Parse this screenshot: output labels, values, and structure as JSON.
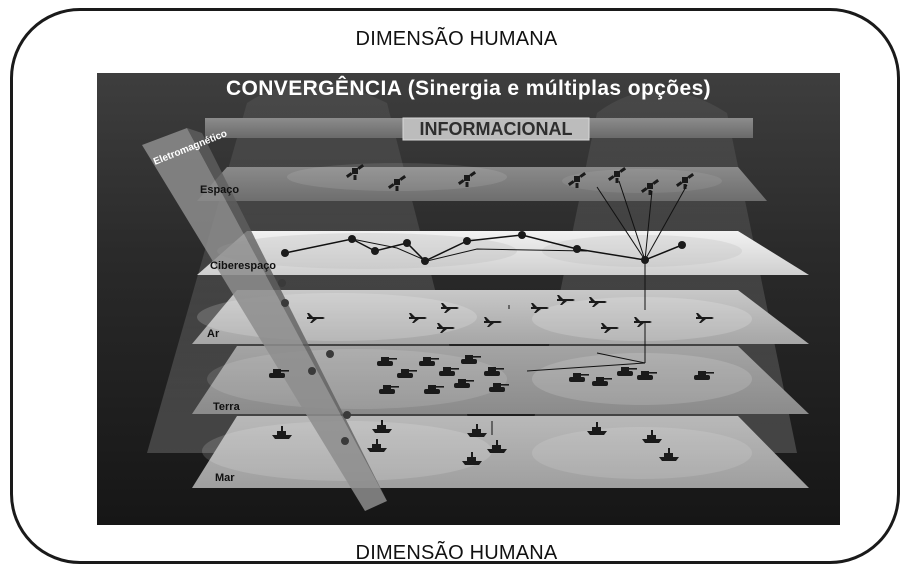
{
  "human_dimension": {
    "top_label": "DIMENSÃO HUMANA",
    "bottom_label": "DIMENSÃO HUMANA"
  },
  "panel": {
    "title": "CONVERGÊNCIA (Sinergia e múltiplas opções)",
    "informational_label": "INFORMACIONAL",
    "electromagnetic_label": "Eletromagnético"
  },
  "layers": [
    {
      "label": "Espaço"
    },
    {
      "label": "Ciberespaço"
    },
    {
      "label": "Ar"
    },
    {
      "label": "Terra"
    },
    {
      "label": "Mar"
    }
  ],
  "colors": {
    "background": "#ffffff",
    "panel": "#2e2e2e",
    "plane_light": "#d9d9d9",
    "plane_mid": "#9a9a9a",
    "glyph": "#1a1a1a"
  },
  "icons": {
    "satellite": "satellite-icon",
    "aircraft": "aircraft-icon",
    "tank": "tank-icon",
    "ship": "ship-icon",
    "node": "network-node-icon"
  }
}
